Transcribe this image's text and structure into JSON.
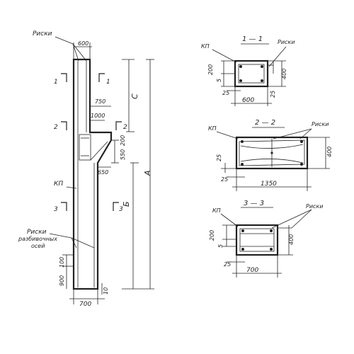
{
  "elevation": {
    "label_riski_top": "Риски",
    "dim_top_width": "600",
    "section_mark_1_left": "1",
    "section_mark_1_right": "1",
    "section_mark_2_left": "2",
    "section_mark_2_right": "2",
    "section_mark_3_left": "3",
    "section_mark_3_right": "3",
    "dim_750": "750",
    "dim_1000": "1000",
    "dim_200": "200",
    "dim_550": "550",
    "dim_650": "650",
    "dim_C": "С",
    "dim_B": "Б",
    "dim_A": "А",
    "label_kp": "КП",
    "label_riski_axes_1": "Риски",
    "label_riski_axes_2": "разбивочных",
    "label_riski_axes_3": "осей",
    "dim_100": "100",
    "dim_900": "900",
    "dim_10": "10",
    "dim_bottom_width": "700"
  },
  "section_1": {
    "title": "1 — 1",
    "label_kp": "КП",
    "label_riski": "Риски",
    "dim_200": "200",
    "dim_5": "5",
    "dim_400": "400",
    "dim_25_left": "25",
    "dim_25_right": "25",
    "dim_width": "600"
  },
  "section_2": {
    "title": "2 — 2",
    "label_kp": "КП",
    "label_riski": "Риски",
    "dim_25": "25",
    "dim_400": "400",
    "dim_25_bottom": "25",
    "dim_width": "1350"
  },
  "section_3": {
    "title": "3 — 3",
    "label_kp": "КП",
    "label_riski": "Риски",
    "dim_200": "200",
    "dim_5": "5",
    "dim_400": "400",
    "dim_25": "25",
    "dim_width": "700"
  }
}
